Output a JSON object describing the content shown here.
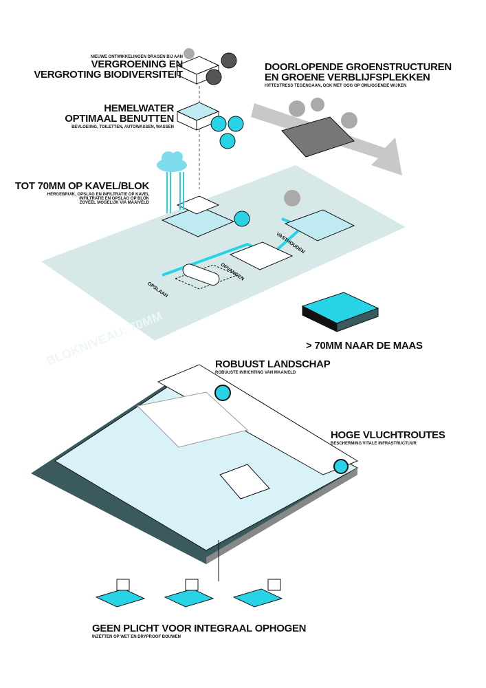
{
  "sections": {
    "biodiversity": {
      "pre": "NIEUWE ONTWIKKELINGEN DRAGEN BIJ AAN",
      "title1": "VERGROENING EN",
      "title2": "VERGROTING BIODIVERSITEIT"
    },
    "rainwater": {
      "title1": "HEMELWATER",
      "title2": "OPTIMAAL BENUTTEN",
      "sub": "BEVLOEIING, TOILETTEN, AUTOWASSEN, WASSEN"
    },
    "green": {
      "title1": "DOORLOPENDE GROENSTRUCTUREN",
      "title2": "EN GROENE VERBLIJFSPLEKKEN",
      "sub": "HITTESTRESS TEGENGAAN, OOK MET OOG OP OMLIGGENDE WIJKEN"
    },
    "plot": {
      "title": "TOT 70MM OP KAVEL/BLOK",
      "sub1": "HERGEBRUIK, OPSLAG EN INFILTRATIE OP KAVEL",
      "sub2": "INFILTRATIE EN OPSLAG OP BLOK",
      "sub3": "ZOVEEL MOGELIJK VIA MAAIVELD"
    },
    "block": {
      "level": "BLOKNIVEAU: 70MM",
      "store": "OPSLAAN",
      "catch": "OPVANGEN",
      "hold": "VASTHOUDEN"
    },
    "maas": {
      "title": "> 70MM NAAR DE MAAS"
    },
    "landscape": {
      "title": "ROBUUST LANDSCHAP",
      "sub": "ROBUUSTE INRICHTING VAN MAAIVELD"
    },
    "routes": {
      "title": "HOGE VLUCHTROUTES",
      "sub": "BESCHERMING VITALE INFRASTRUCTUUR"
    },
    "raise": {
      "title": "GEEN PLICHT VOOR INTEGRAAL OPHOGEN",
      "sub": "INZETTEN OP WET EN DRYPROOF BOUWEN"
    }
  },
  "colors": {
    "accent": "#29d3e6",
    "plane": "#d6e8e8",
    "water": "#bfeaf2",
    "dark": "#3b5a5e",
    "icon_dark": "#555555"
  }
}
